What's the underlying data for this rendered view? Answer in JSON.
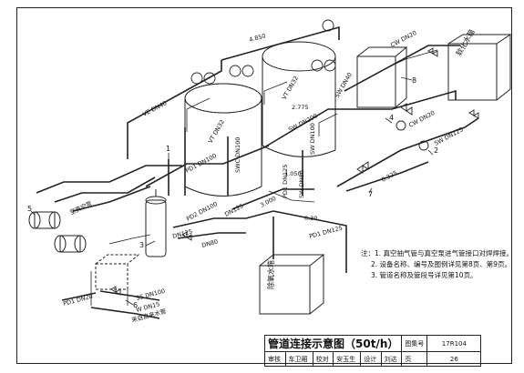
{
  "notes": {
    "n1": "注：1. 真空抽气管与真空泵进气管接口对焊焊接。",
    "n2": "2. 设备名称、编号及图例详见第8页、第9页。",
    "n3": "3. 管道名称及管段号详见第10页。"
  },
  "title_block": {
    "title": "管道连接示意图（50t/h）",
    "atlas_label": "图集号",
    "atlas_no": "17R104",
    "review_label": "审核",
    "reviewer": "车卫厢",
    "check_label": "校对",
    "checker": "安玉生",
    "design_label": "设计",
    "designer": "刘达",
    "page_label": "页",
    "page_no": "26"
  },
  "pipe_labels": {
    "ve_dn40": "VE DN40",
    "elev_4850": "4.850",
    "cw_dn20_top": "CW DN20",
    "sw_dn40_tank": "SW DN40",
    "vt_dn32_a": "VT DN32",
    "vt_dn32_b": "VT DN32",
    "elev_2775": "2.775",
    "sw_dn200": "SW DN200",
    "cw_dn20": "CW DN20",
    "sw_dn125": "SW DN125",
    "sw_dn100_v": "SW DN100",
    "swc_dn100": "SWC DN100",
    "pd1_dn100": "PD1 DN100",
    "sw_dn80": "SW DN80",
    "elev_1050": "1.050",
    "elev_0325": "0.325",
    "elev_3000": "3.000",
    "elev_030": "0.30",
    "pd1_dn125": "PD1 DN125",
    "pd2_dn100": "PD2 DN100",
    "dn125": "DN125",
    "dn125_b": "DN125",
    "dn80": "DN80",
    "pd1_dn125_r": "PD1 DN125",
    "ss_dn100": "SS DN100",
    "pd1_dn20": "PD1 DN20",
    "w_dn15": "W DN15",
    "fresh_water": "来自自来水管",
    "vacuum_pump": "至真空泵"
  },
  "equipment_labels": {
    "tank_top": "软化水箱",
    "tank_bottom": "除氧水箱"
  },
  "numbers": [
    "1",
    "2",
    "3",
    "4",
    "5",
    "6",
    "7",
    "8"
  ]
}
